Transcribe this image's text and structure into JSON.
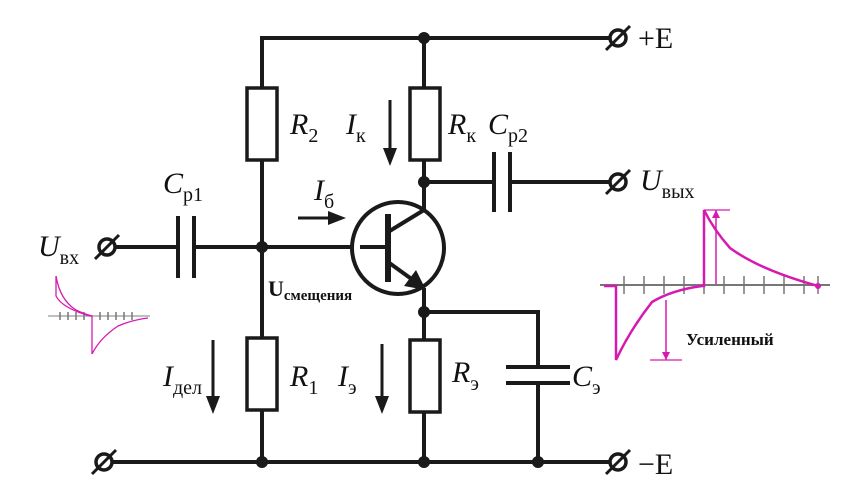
{
  "supply_positive": "+E",
  "supply_negative": "−E",
  "r2": {
    "main": "R",
    "sub": "2"
  },
  "r1": {
    "main": "R",
    "sub": "1"
  },
  "rk": {
    "main": "R",
    "sub": "к"
  },
  "re": {
    "main": "R",
    "sub": "э"
  },
  "cp1": {
    "main": "C",
    "sub": "р1"
  },
  "cp2": {
    "main": "C",
    "sub": "р2"
  },
  "ce": {
    "main": "C",
    "sub": "э"
  },
  "ik": {
    "main": "I",
    "sub": "к"
  },
  "ib": {
    "main": "I",
    "sub": "б"
  },
  "ie": {
    "main": "I",
    "sub": "э"
  },
  "idel": {
    "main": "I",
    "sub": "дел"
  },
  "uin": {
    "main": "U",
    "sub": "вх"
  },
  "uout": {
    "main": "U",
    "sub": "вых"
  },
  "bias": {
    "main": "U",
    "sub": "смещения"
  },
  "amplified": "Усиленный",
  "colors": {
    "wire": "#1a1a1a",
    "waveform": "#d61ab0",
    "axis": "#777777"
  }
}
